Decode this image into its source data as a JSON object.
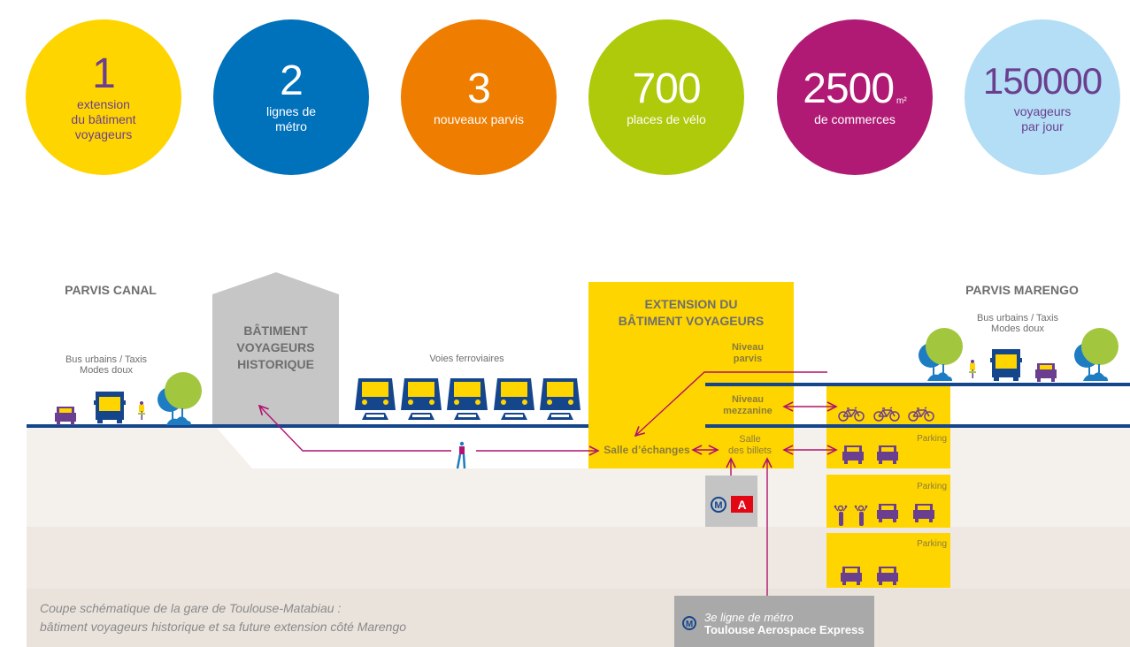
{
  "stats": [
    {
      "value": "1",
      "label": "extension\ndu bâtiment\nvoyageurs",
      "bg": "#FFD500",
      "num_color": "#6B3F8F",
      "label_color": "#6B3F8F"
    },
    {
      "value": "2",
      "label": "lignes de\nmétro",
      "bg": "#0071BB",
      "num_color": "#FFFFFF",
      "label_color": "#FFFFFF"
    },
    {
      "value": "3",
      "label": "nouveaux parvis",
      "bg": "#EE7D00",
      "num_color": "#FFFFFF",
      "label_color": "#FFFFFF"
    },
    {
      "value": "700",
      "label": "places de vélo",
      "bg": "#AFCA0B",
      "num_color": "#FFFFFF",
      "label_color": "#FFFFFF"
    },
    {
      "value": "2500",
      "unit": "m²",
      "label": "de commerces",
      "bg": "#B01A74",
      "num_color": "#FFFFFF",
      "label_color": "#FFFFFF"
    },
    {
      "value": "150000",
      "label": "voyageurs\npar jour",
      "bg": "#B3DEF5",
      "num_color": "#6B3F8F",
      "label_color": "#6B3F8F"
    }
  ],
  "diagram": {
    "parvis_canal": "PARVIS CANAL",
    "parvis_marengo": "PARVIS MARENGO",
    "bus_left": "Bus urbains / Taxis\nModes doux",
    "bus_right": "Bus urbains / Taxis\nModes doux",
    "historic_building": "BÂTIMENT\nVOYAGEURS\nHISTORIQUE",
    "tracks": "Voies ferroviaires",
    "extension_title": "EXTENSION DU\nBÂTIMENT VOYAGEURS",
    "niveau_parvis": "Niveau\nparvis",
    "niveau_mezzanine": "Niveau\nmezzanine",
    "salle_echanges": "Salle d’échanges",
    "salle_billets": "Salle\ndes billets",
    "parking_labels": [
      "Parking",
      "Parking",
      "Parking"
    ],
    "metro_a_letter": "A",
    "metro_symbol": "M",
    "metro3_line1": "3e ligne de métro",
    "metro3_line2": "Toulouse Aerospace Express",
    "caption": "Coupe schématique de la gare de Toulouse-Matabiau :\nbâtiment voyageurs historique et sa future extension côté Marengo"
  },
  "colors": {
    "yellow": "#FFD500",
    "navy": "#15468C",
    "purple": "#6B3F8F",
    "magenta_arrow": "#B0126E",
    "tree_green": "#A3C63F",
    "tree_blue": "#1E7DC2",
    "metro_red": "#E30613"
  }
}
